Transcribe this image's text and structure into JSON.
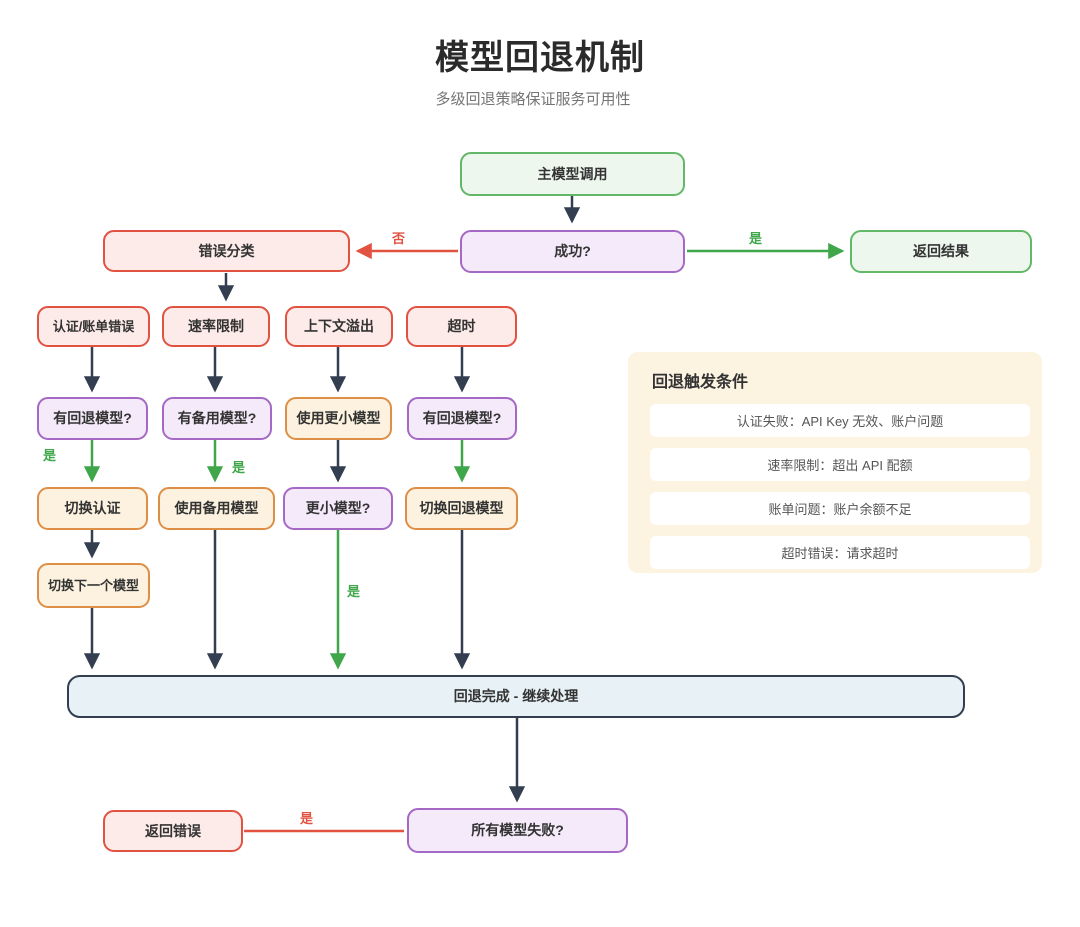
{
  "title": "模型回退机制",
  "subtitle": "多级回退策略保证服务可用性",
  "labels": {
    "yes": "是",
    "no": "否"
  },
  "nodes": {
    "primary_call": "主模型调用",
    "success": "成功?",
    "error_classify": "错误分类",
    "return_result": "返回结果",
    "cat_auth": "认证/账单错误",
    "cat_rate": "速率限制",
    "cat_context": "上下文溢出",
    "cat_timeout": "超时",
    "dec_has_fallback_1": "有回退模型?",
    "dec_has_backup": "有备用模型?",
    "dec_use_smaller": "使用更小模型",
    "dec_has_fallback_2": "有回退模型?",
    "act_switch_auth": "切换认证",
    "act_use_backup": "使用备用模型",
    "act_smaller_model": "更小模型?",
    "act_switch_fallback": "切换回退模型",
    "act_next_model": "切换下一个模型",
    "fallback_complete": "回退完成 - 继续处理",
    "all_models_failed": "所有模型失败?",
    "return_error": "返回错误"
  },
  "panel": {
    "title": "回退触发条件",
    "items": [
      "认证失败：API Key 无效、账户问题",
      "速率限制：超出 API 配额",
      "账单问题：账户余额不足",
      "超时错误：请求超时"
    ]
  },
  "colors": {
    "error_red": "#E15241",
    "success_green": "#4CAF50",
    "decision_purple": "#A569C5",
    "action_orange": "#DE8F45",
    "arrow_dark": "#333F50",
    "panel_cream": "#FCF3E1",
    "complete_blue": "#E8F1F6"
  }
}
